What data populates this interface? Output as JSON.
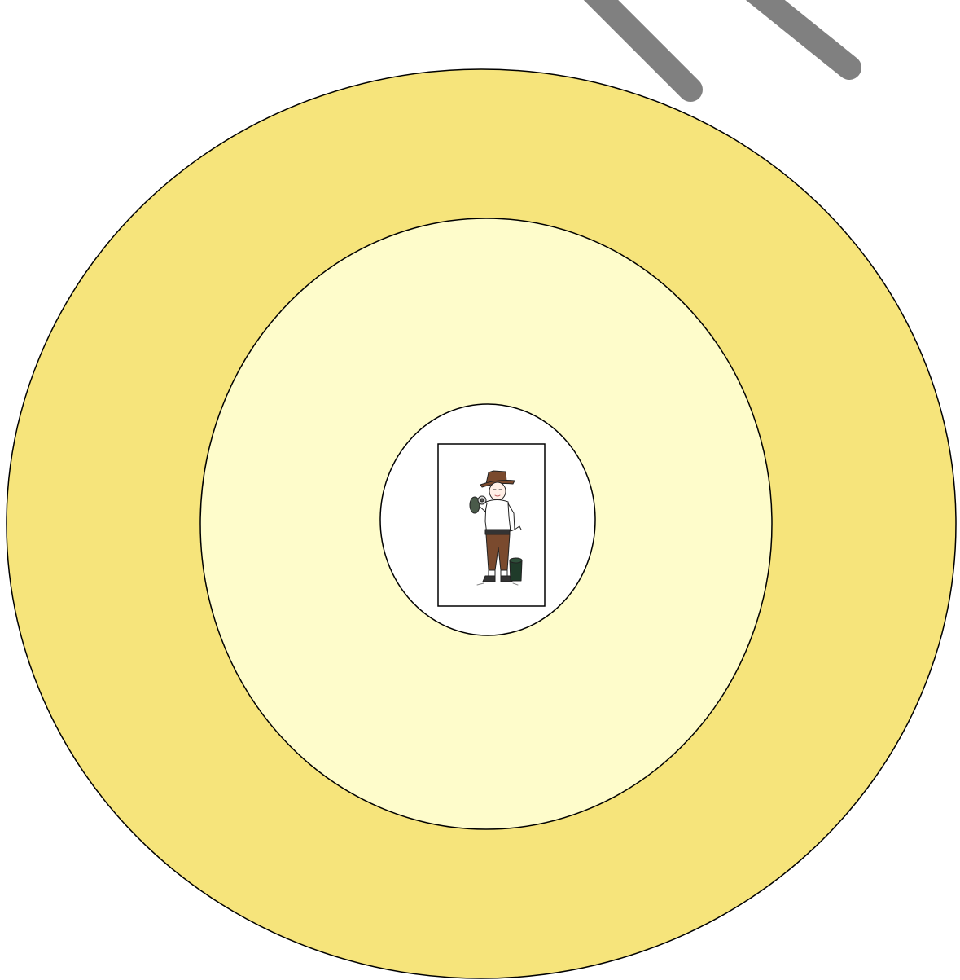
{
  "diagram": {
    "rings": [
      {
        "level": "outer",
        "fill": "#F6E47B",
        "stroke": "#000000"
      },
      {
        "level": "middle",
        "fill": "#FEFCCB",
        "stroke": "#000000"
      },
      {
        "level": "inner",
        "fill": "#FFFFFF",
        "stroke": "#000000"
      }
    ],
    "center_figure": {
      "icon": "boy-with-hat-holding-tools-icon",
      "frame_stroke": "#000000",
      "colors": {
        "hat": "#7A4A2E",
        "trousers": "#7A4A2E",
        "shirt": "#FFFFFF",
        "bucket": "#1F3B2A",
        "outline": "#222222"
      }
    },
    "stripe_color": "#808080"
  }
}
